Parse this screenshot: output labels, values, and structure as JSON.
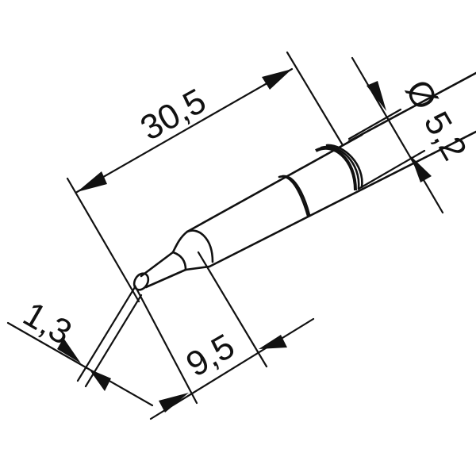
{
  "drawing": {
    "subject": "soldering-tip-technical-drawing",
    "line_color": "#111111",
    "background": "#ffffff",
    "dimensions": {
      "overall_length": {
        "label": "30,5"
      },
      "shaft_diameter": {
        "label": "Ø 5,2",
        "symbol": "Ø",
        "value": "5,2"
      },
      "tip_width": {
        "label": "1,3"
      },
      "tip_length": {
        "label": "9,5"
      }
    }
  }
}
